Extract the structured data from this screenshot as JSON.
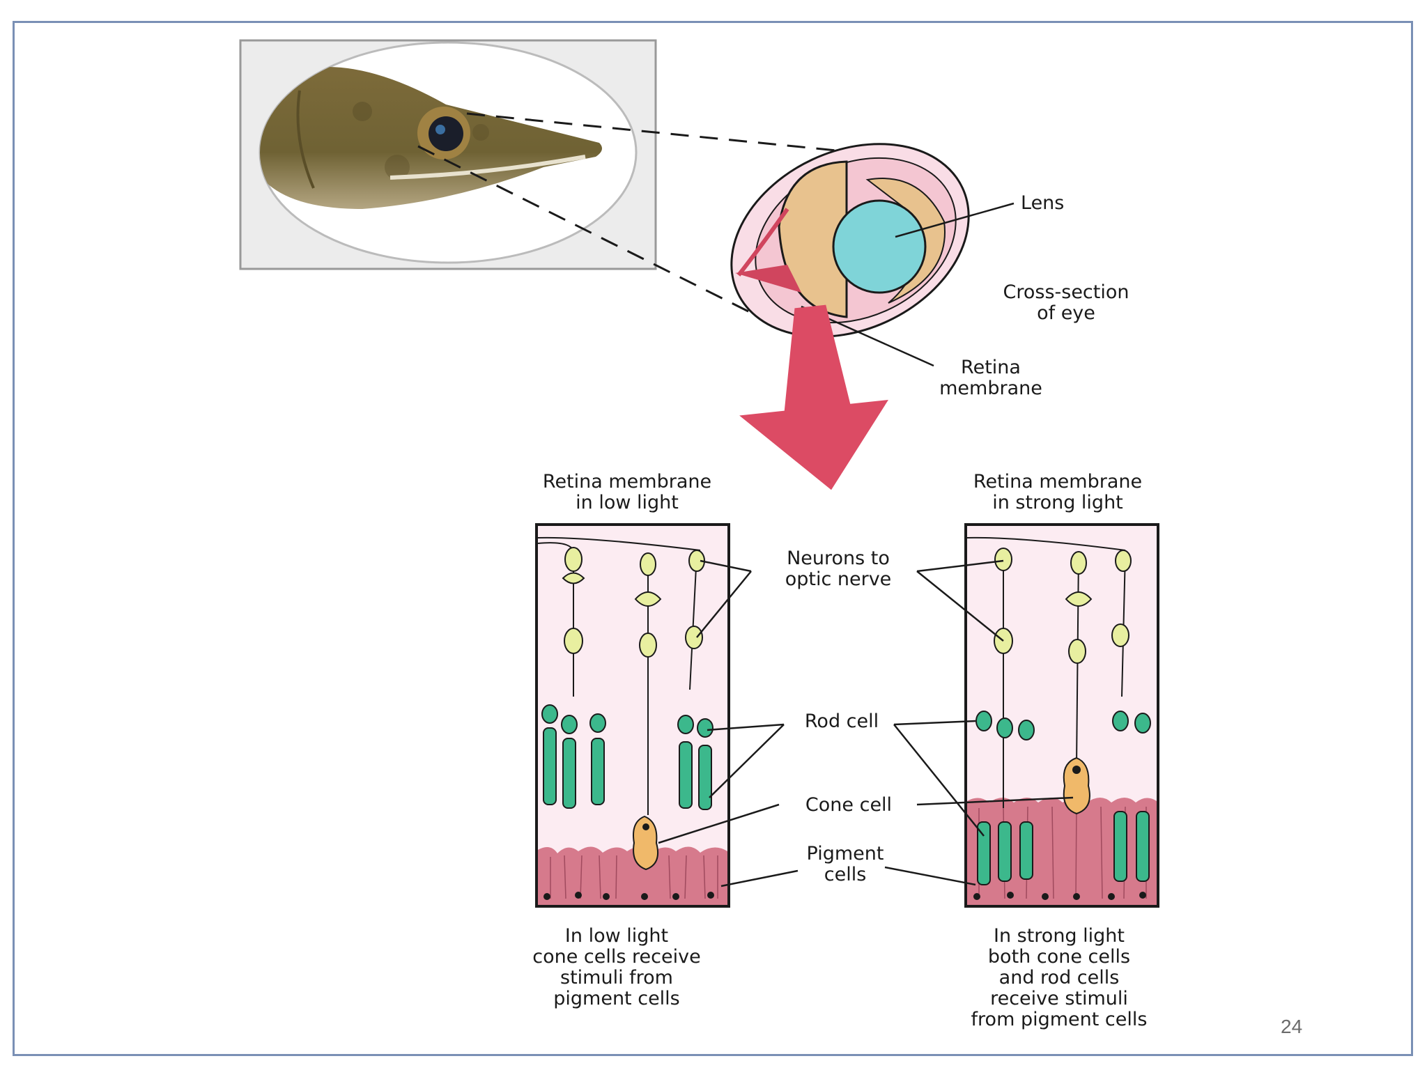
{
  "labels": {
    "lens": "Lens",
    "cross_section": [
      "Cross-section",
      "of eye"
    ],
    "retina": [
      "Retina",
      "membrane"
    ],
    "low_light_title": [
      "Retina membrane",
      "in low light"
    ],
    "strong_light_title": [
      "Retina membrane",
      "in strong light"
    ],
    "neurons": [
      "Neurons to",
      "optic nerve"
    ],
    "rod": "Rod cell",
    "cone": "Cone cell",
    "pigment": [
      "Pigment",
      "cells"
    ],
    "low_caption": [
      "In low light",
      "cone cells receive",
      "stimuli from",
      "pigment cells"
    ],
    "strong_caption": [
      "In strong light",
      "both cone cells",
      "and rod cells",
      "receive stimuli",
      "from pigment cells"
    ]
  },
  "page_number": "24",
  "colors": {
    "lens": "#7fd4d8",
    "rod": "#3cb88c",
    "cone": "#f0b96a",
    "pigment": "#d67a8c",
    "arrow": "#dc4b64",
    "eye_body": "#e8c28e",
    "membrane": "#f4c6d2"
  }
}
